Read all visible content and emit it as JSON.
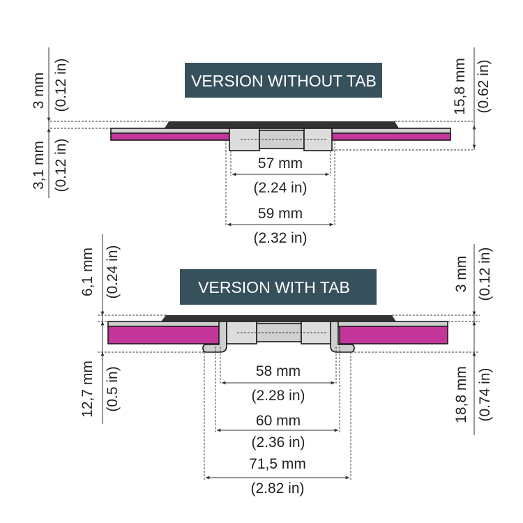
{
  "colors": {
    "plate": "#c4369a",
    "metal": "#cfcfcf",
    "dark": "#333333",
    "banner": "#37515c"
  },
  "top": {
    "title": "VERSION WITHOUT TAB",
    "left_top": {
      "mm": "3 mm",
      "in": "(0.12 in)"
    },
    "left_bottom": {
      "mm": "3,1 mm",
      "in": "(0.12 in)"
    },
    "right": {
      "mm": "15,8 mm",
      "in": "(0.62 in)"
    },
    "width_inner": {
      "mm": "57 mm",
      "in": "(2.24 in)"
    },
    "width_outer": {
      "mm": "59 mm",
      "in": "(2.32 in)"
    }
  },
  "bottom": {
    "title": "VERSION WITH TAB",
    "left_top": {
      "mm": "6,1 mm",
      "in": "(0.24 in)"
    },
    "left_bottom": {
      "mm": "12,7 mm",
      "in": "(0.5 in)"
    },
    "right_top": {
      "mm": "3 mm",
      "in": "(0.12 in)"
    },
    "right_bottom": {
      "mm": "18,8 mm",
      "in": "(0.74 in)"
    },
    "width_1": {
      "mm": "58 mm",
      "in": "(2.28 in)"
    },
    "width_2": {
      "mm": "60 mm",
      "in": "(2.36 in)"
    },
    "width_3": {
      "mm": "71,5 mm",
      "in": "(2.82 in)"
    }
  }
}
